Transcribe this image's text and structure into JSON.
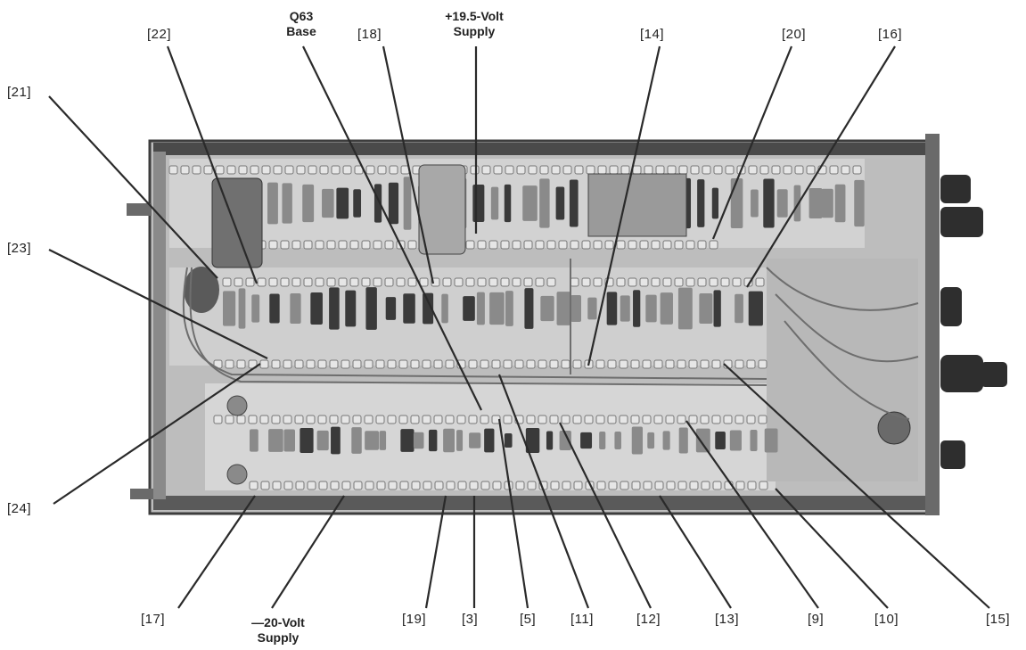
{
  "title": "",
  "callouts": [
    {
      "id": "c22",
      "text": "[22]"
    },
    {
      "id": "c18",
      "text": "[18]"
    },
    {
      "id": "c14",
      "text": "[14]"
    },
    {
      "id": "c20",
      "text": "[20]"
    },
    {
      "id": "c16",
      "text": "[16]"
    },
    {
      "id": "c21",
      "text": "[21]"
    },
    {
      "id": "c23",
      "text": "[23]"
    },
    {
      "id": "c24",
      "text": "[24]"
    },
    {
      "id": "c17",
      "text": "[17]"
    },
    {
      "id": "c19",
      "text": "[19]"
    },
    {
      "id": "c3",
      "text": "[3]"
    },
    {
      "id": "c5",
      "text": "[5]"
    },
    {
      "id": "c11",
      "text": "[11]"
    },
    {
      "id": "c12",
      "text": "[12]"
    },
    {
      "id": "c13",
      "text": "[13]"
    },
    {
      "id": "c9",
      "text": "[9]"
    },
    {
      "id": "c10",
      "text": "[10]"
    },
    {
      "id": "c15",
      "text": "[15]"
    }
  ],
  "text_labels": {
    "q63_line1": "Q63",
    "q63_line2": "Base",
    "plus_supply_line1": "+19.5-Volt",
    "plus_supply_line2": "Supply",
    "minus_supply_line1": "—20-Volt",
    "minus_supply_line2": "Supply"
  },
  "colors": {
    "chassis_frame": "#4a4a4a",
    "board": "#d9d9d9",
    "component_dark": "#3a3a3a",
    "component_mid": "#8a8a8a",
    "wire": "#6e6e6e",
    "leader_line": "#2a2a2a"
  }
}
